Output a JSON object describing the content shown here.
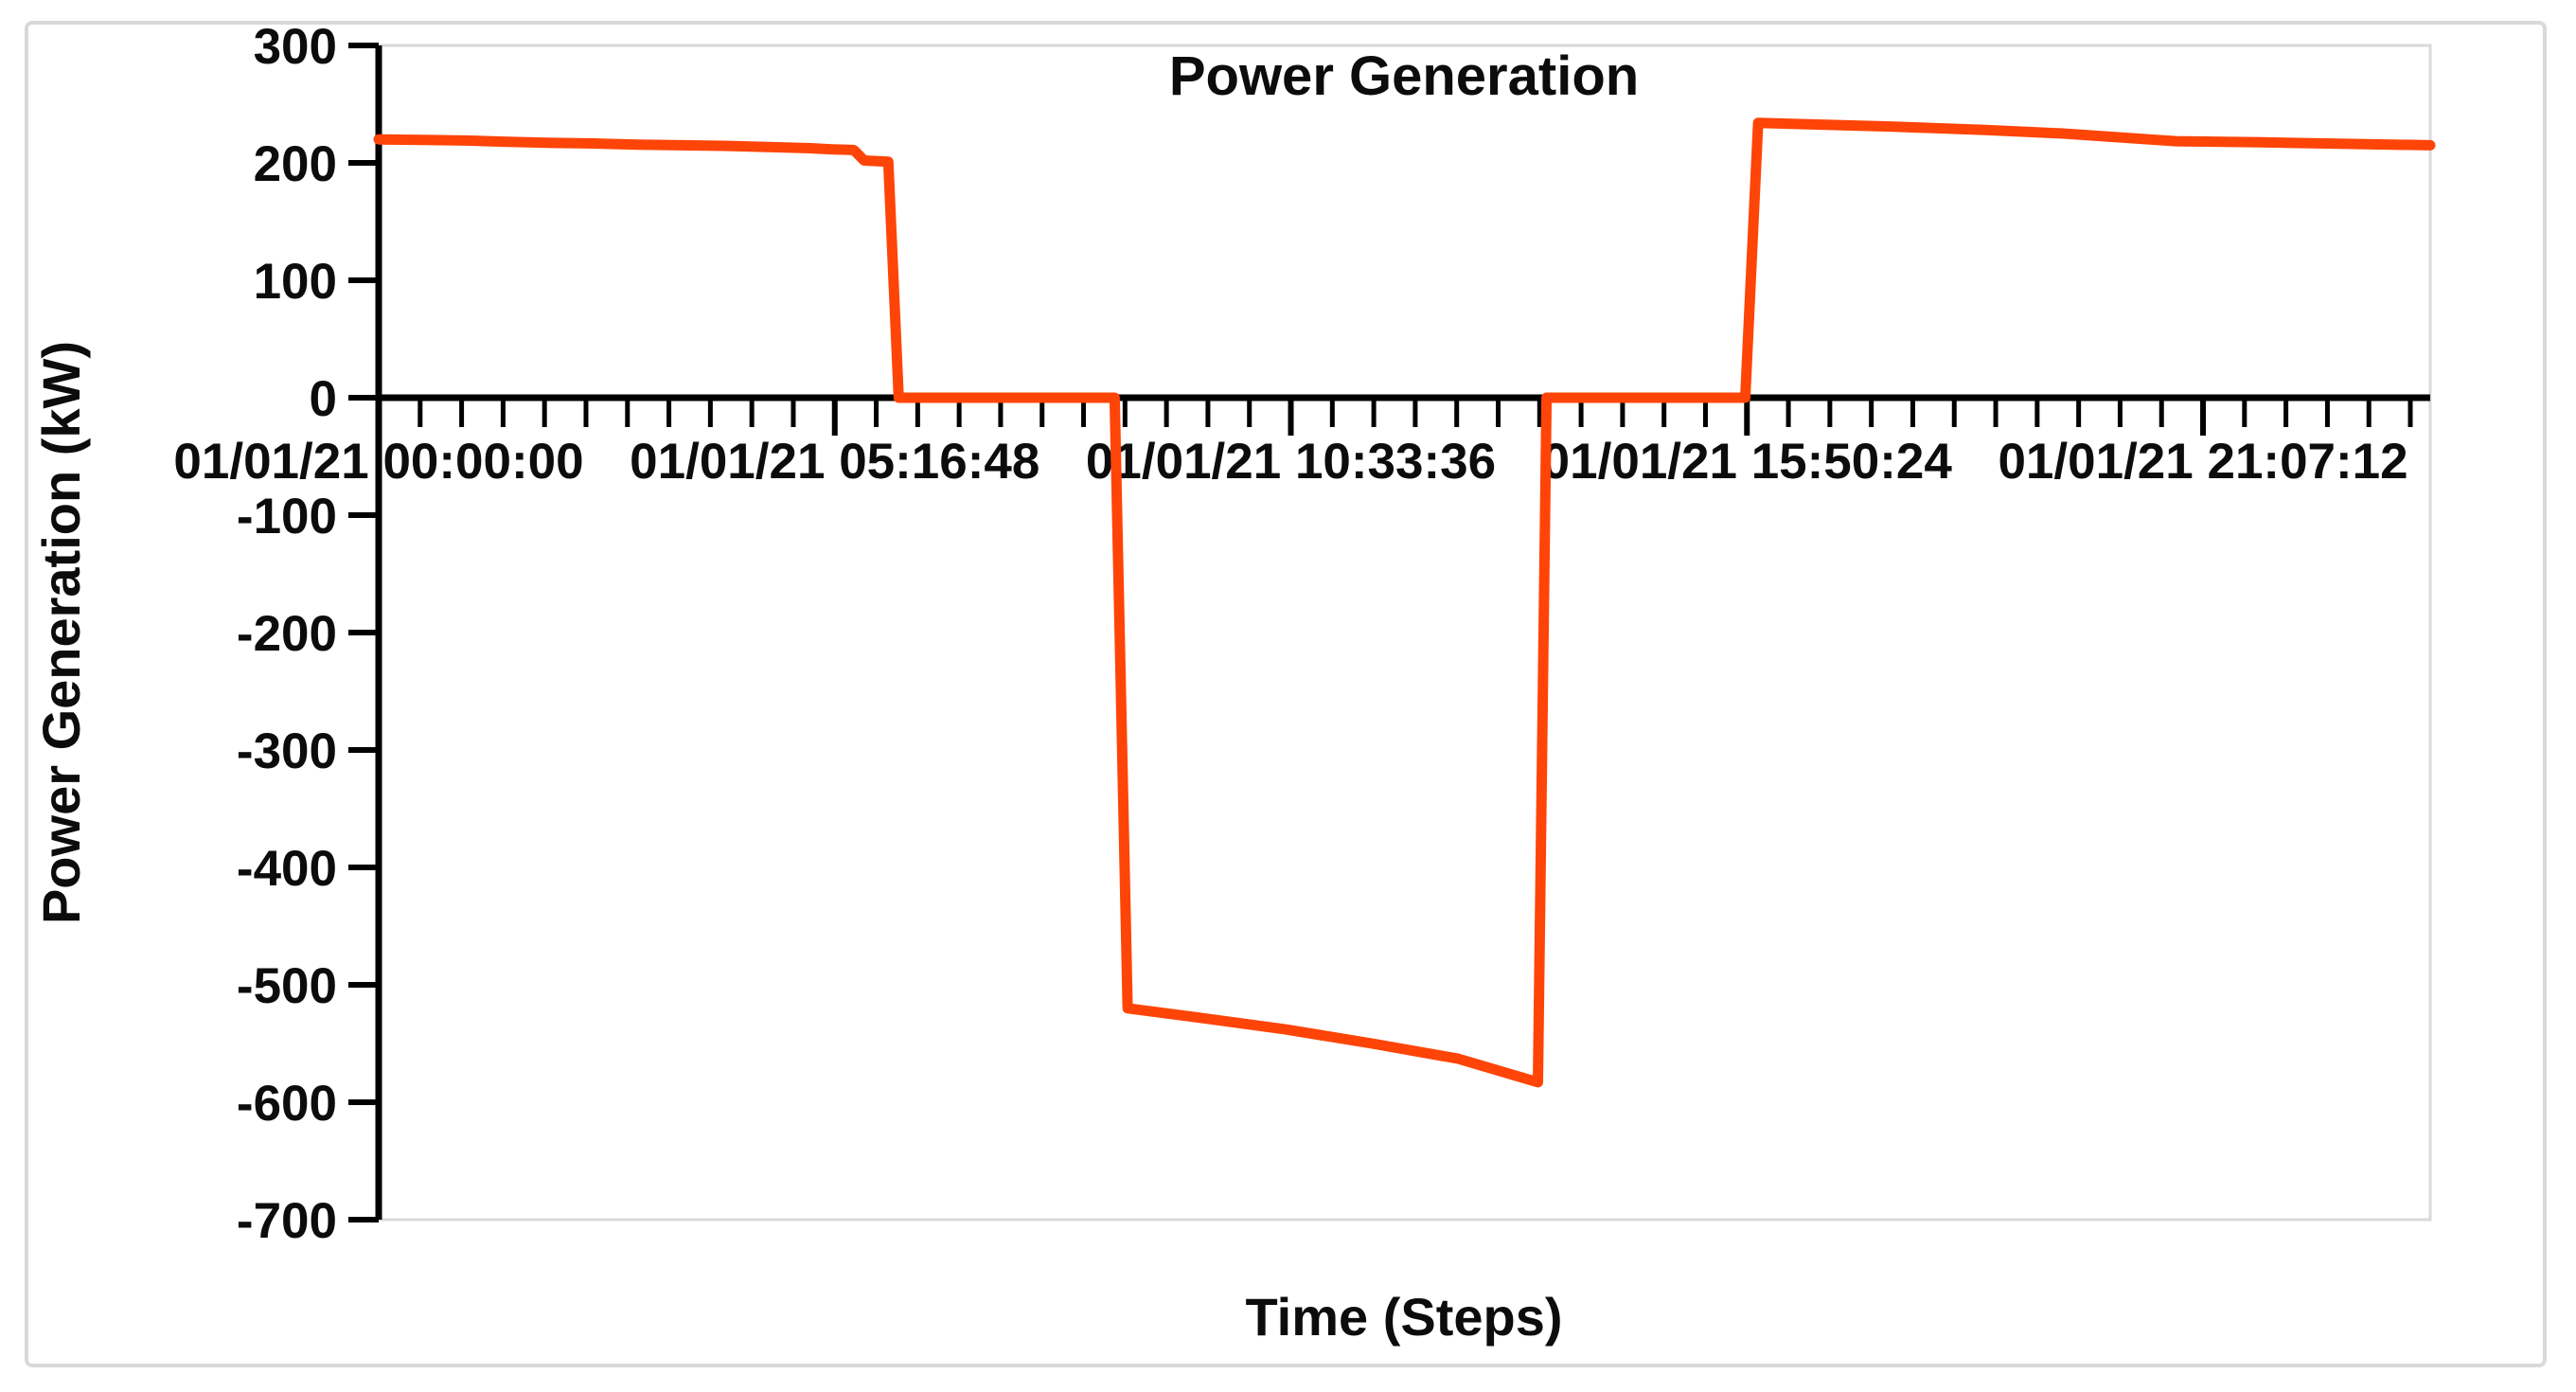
{
  "page": {
    "background_color": "#ffffff",
    "card_border_color": "#d9d9d9"
  },
  "chart_data": {
    "type": "line",
    "title": "Power Generation",
    "xlabel": "Time (Steps)",
    "ylabel": "Power Generation (kW)",
    "legend": "none",
    "grid": "frame-only",
    "axis_color": "#000000",
    "frame_color": "#d9d9d9",
    "text_color": "#0c0c0c",
    "ylim": [
      -700,
      300
    ],
    "yticks": [
      300,
      200,
      100,
      0,
      -100,
      -200,
      -300,
      -400,
      -500,
      -600,
      -700
    ],
    "xlim_hours": [
      0,
      23.75
    ],
    "x_minor_tick_step_hours": 0.48,
    "xticks": [
      {
        "hours": 0.0,
        "label": "01/01/21 00:00:00"
      },
      {
        "hours": 5.28,
        "label": "01/01/21 05:16:48"
      },
      {
        "hours": 10.56,
        "label": "01/01/21 10:33:36"
      },
      {
        "hours": 15.84,
        "label": "01/01/21 15:50:24"
      },
      {
        "hours": 21.12,
        "label": "01/01/21 21:07:12"
      }
    ],
    "series": [
      {
        "name": "Power Generation",
        "color": "#ff4408",
        "units": "kW",
        "points": [
          [
            0.0,
            220
          ],
          [
            0.5,
            219.5
          ],
          [
            1.0,
            219
          ],
          [
            1.5,
            218
          ],
          [
            2.0,
            217
          ],
          [
            2.5,
            216.5
          ],
          [
            3.0,
            215.5
          ],
          [
            3.5,
            215
          ],
          [
            4.0,
            214.5
          ],
          [
            4.5,
            213.5
          ],
          [
            5.0,
            212.5
          ],
          [
            5.25,
            211.5
          ],
          [
            5.5,
            211
          ],
          [
            5.62,
            202
          ],
          [
            5.9,
            201
          ],
          [
            6.02,
            0
          ],
          [
            8.52,
            0
          ],
          [
            8.67,
            -520
          ],
          [
            9.5,
            -528
          ],
          [
            10.5,
            -538
          ],
          [
            11.5,
            -550
          ],
          [
            12.5,
            -563
          ],
          [
            13.42,
            -583
          ],
          [
            13.52,
            0
          ],
          [
            15.82,
            0
          ],
          [
            15.97,
            234
          ],
          [
            16.5,
            233
          ],
          [
            17.5,
            231
          ],
          [
            18.6,
            228
          ],
          [
            19.5,
            225
          ],
          [
            20.8,
            218.5
          ],
          [
            21.8,
            217.5
          ],
          [
            23.0,
            216
          ],
          [
            23.75,
            215
          ]
        ]
      }
    ]
  }
}
